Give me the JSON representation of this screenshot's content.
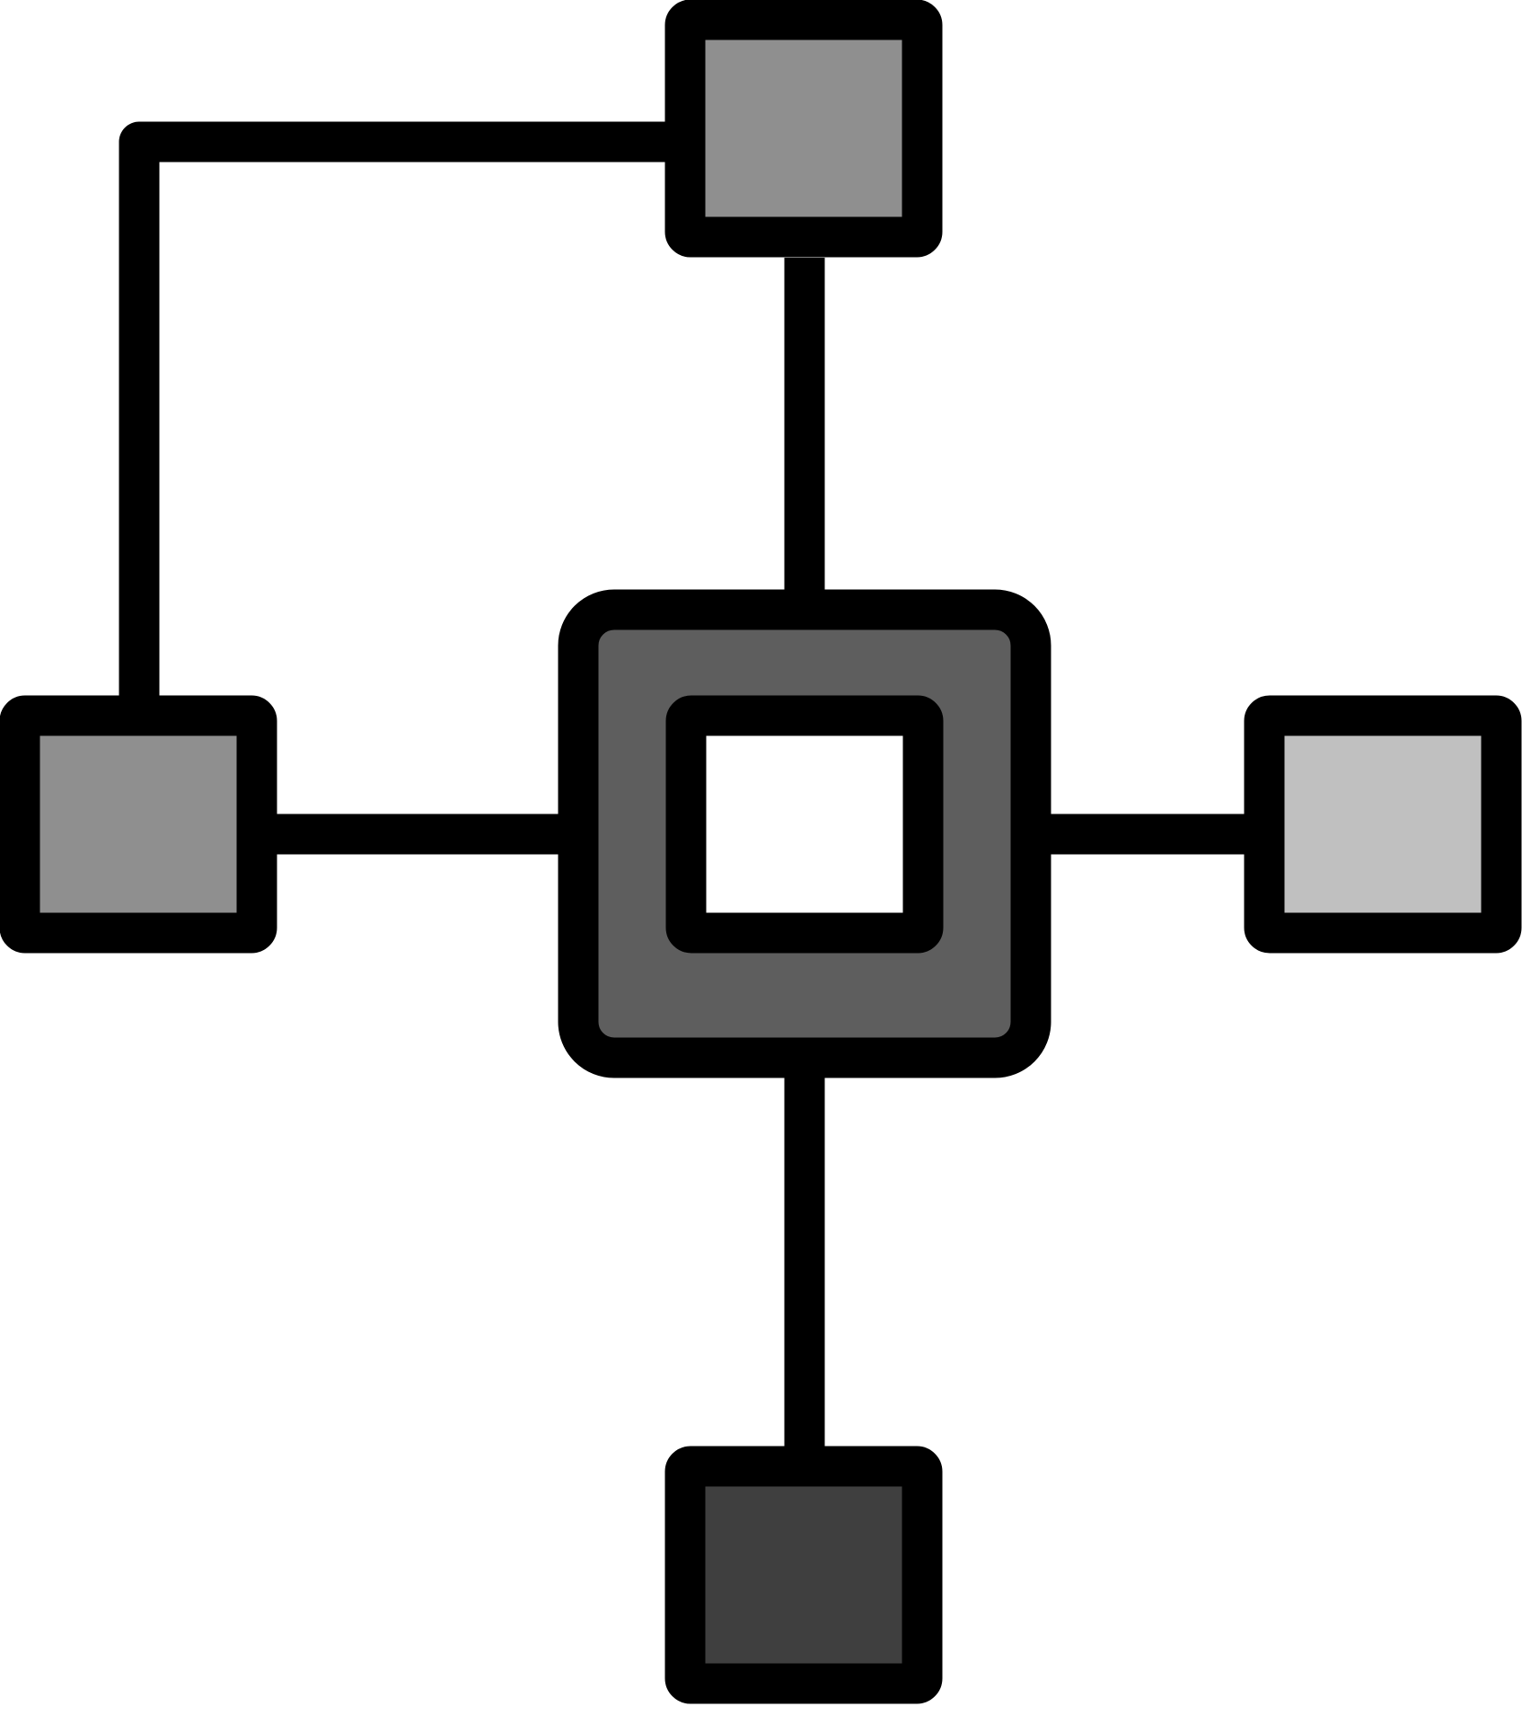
{
  "icon": {
    "name": "network-topology-icon",
    "style": "filled-outline grayscale",
    "colors": {
      "background": "#ffffff",
      "outline": "#000000",
      "top_node_fill": "#8f8f8f",
      "left_node_fill": "#8f8f8f",
      "right_node_fill": "#c0c0c0",
      "bottom_node_fill": "#3f3f3f",
      "center_hub_fill": "#5e5e5e",
      "center_inner_fill": "#ffffff"
    },
    "parts": [
      "center-hub",
      "top-node",
      "left-node",
      "right-node",
      "bottom-node",
      "connector-lines"
    ]
  }
}
